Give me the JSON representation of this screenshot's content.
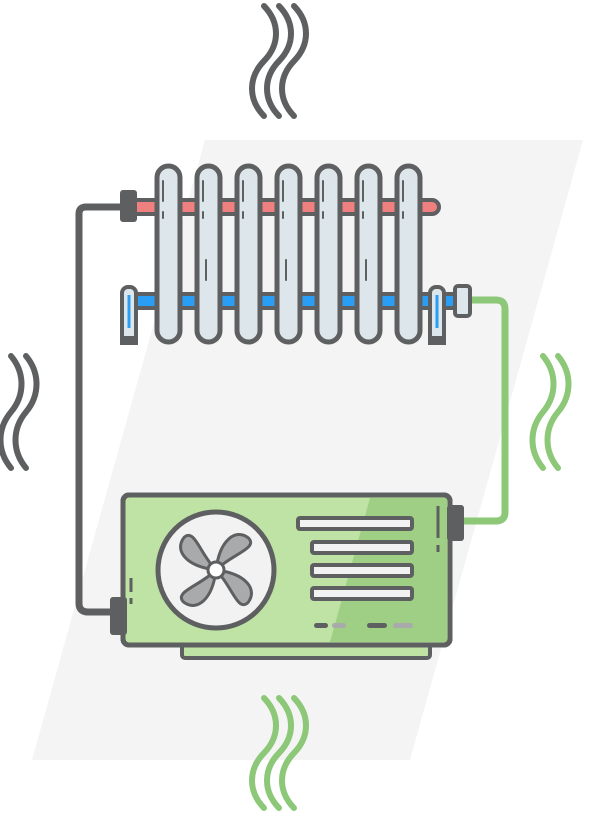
{
  "colors": {
    "outline": "#5e5f61",
    "hot_pipe": "#f08080",
    "cold_pipe": "#2a9df4",
    "radiator_fill": "#dde6ea",
    "unit_fill": "#bfe3a5",
    "unit_shade": "#9fcf85",
    "return_pipe": "#8cc878",
    "heat_wave_gray": "#5e5f61",
    "heat_wave_green": "#8cc878",
    "background_shape": "#f4f4f4",
    "vent_slat": "#f2f2f2",
    "fan_blade": "#a9aaac"
  },
  "diagram": {
    "components": [
      {
        "id": "radiator",
        "icon": "radiator-icon",
        "sections": 7
      },
      {
        "id": "heat-pump",
        "icon": "outdoor-unit-icon",
        "vent_slats": 4,
        "indicator_lights": 4
      },
      {
        "id": "fan",
        "icon": "fan-icon",
        "blades": 4
      }
    ],
    "pipes": [
      {
        "id": "hot-supply",
        "color_key": "hot_pipe"
      },
      {
        "id": "cold-return",
        "color_key": "cold_pipe"
      },
      {
        "id": "supply-line",
        "color_key": "outline"
      },
      {
        "id": "return-line",
        "color_key": "return_pipe"
      }
    ],
    "waves": [
      {
        "id": "top",
        "color_key": "heat_wave_gray"
      },
      {
        "id": "left",
        "color_key": "heat_wave_gray"
      },
      {
        "id": "right",
        "color_key": "heat_wave_green"
      },
      {
        "id": "bottom",
        "color_key": "heat_wave_green"
      }
    ]
  }
}
